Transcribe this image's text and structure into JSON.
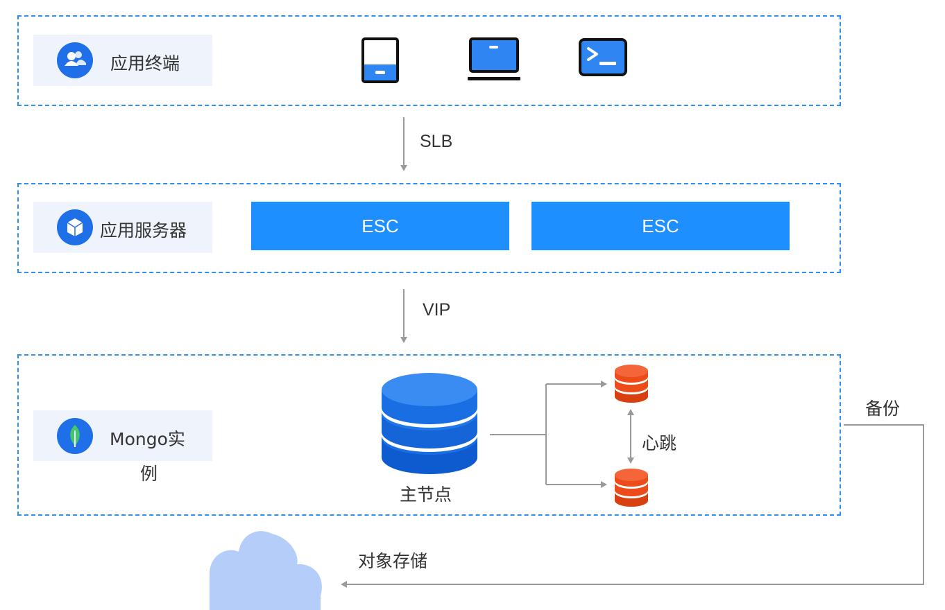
{
  "layers": {
    "terminal": {
      "label": "应用终端",
      "icon": "users-icon"
    },
    "server": {
      "label": "应用服务器",
      "icon": "box-icon",
      "nodes": [
        "ESC",
        "ESC"
      ]
    },
    "mongo": {
      "label_line1": "Mongo实",
      "label_line2": "例",
      "icon": "mongodb-leaf-icon"
    }
  },
  "devices": [
    "tablet-icon",
    "laptop-icon",
    "terminal-icon"
  ],
  "edges": {
    "slb": "SLB",
    "vip": "VIP",
    "heartbeat": "心跳",
    "backup": "备份"
  },
  "mongo_nodes": {
    "primary": "主节点",
    "primary_icon": "database-icon",
    "secondary_icon": "database-icon"
  },
  "storage": {
    "label": "对象存储",
    "icon": "cloud-icon"
  },
  "colors": {
    "dashed_border": "#2f8ef2",
    "tag_background": "#eef3fc",
    "icon_circle": "#1f6fe8",
    "esc_fill": "#1e8fff",
    "primary_db": "#1565d8",
    "secondary_db": "#ee4b1b",
    "cloud": "#b5cdf9",
    "arrow": "#9a9a9a"
  }
}
